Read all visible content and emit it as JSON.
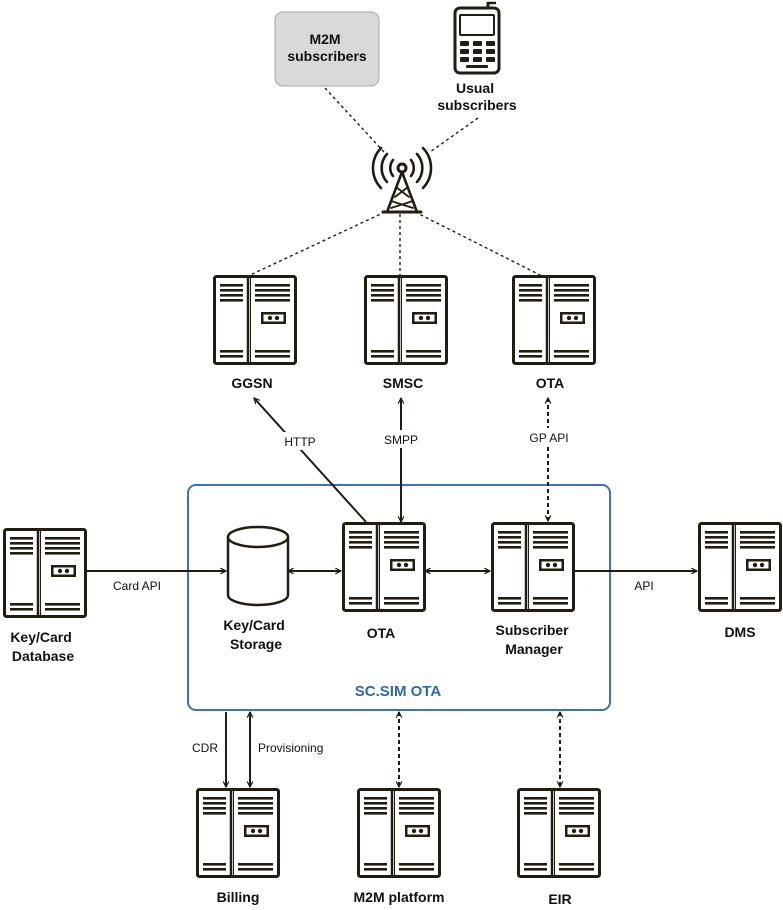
{
  "colors": {
    "stroke": "#231c13",
    "frame": "#3d72b8",
    "frame_title": "#2e68b0",
    "m2m_fill": "#d9d9d9"
  },
  "system": {
    "title": "SC.SIM OTA"
  },
  "nodes": {
    "m2m_subscribers": {
      "label": "M2M subscribers"
    },
    "usual_subscribers": {
      "label": "Usual subscribers"
    },
    "ggsn": {
      "label": "GGSN"
    },
    "smsc": {
      "label": "SMSC"
    },
    "ota_top": {
      "label": "OTA"
    },
    "key_card_database": {
      "label": "Key/Card Database"
    },
    "key_card_storage": {
      "label": "Key/Card Storage"
    },
    "ota": {
      "label": "OTA"
    },
    "subscriber_manager": {
      "label": "Subscriber Manager"
    },
    "dms": {
      "label": "DMS"
    },
    "billing": {
      "label": "Billing"
    },
    "m2m_platform": {
      "label": "M2M platform"
    },
    "eir": {
      "label": "EIR"
    }
  },
  "edges": {
    "http": "HTTP",
    "smpp": "SMPP",
    "gp_api": "GP API",
    "card_api": "Card API",
    "api": "API",
    "cdr": "CDR",
    "provisioning": "Provisioning"
  },
  "icons": [
    "server-icon",
    "database-icon",
    "antenna-icon",
    "mobile-phone-icon"
  ]
}
